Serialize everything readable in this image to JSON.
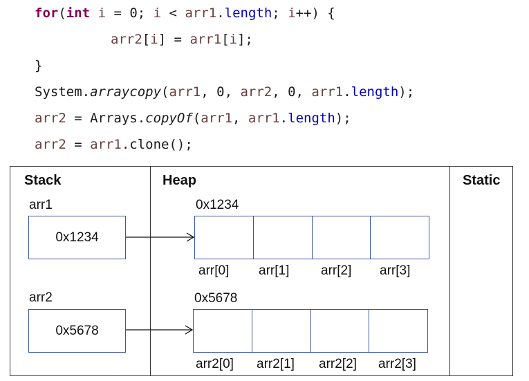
{
  "code_lines": [
    [
      {
        "t": "for",
        "c": "kw"
      },
      {
        "t": "(",
        "c": ""
      },
      {
        "t": "int",
        "c": "kw"
      },
      {
        "t": " ",
        "c": ""
      },
      {
        "t": "i",
        "c": "var"
      },
      {
        "t": " = 0; ",
        "c": ""
      },
      {
        "t": "i",
        "c": "var"
      },
      {
        "t": " < ",
        "c": ""
      },
      {
        "t": "arr1",
        "c": "var"
      },
      {
        "t": ".",
        "c": ""
      },
      {
        "t": "length",
        "c": "fld"
      },
      {
        "t": "; ",
        "c": ""
      },
      {
        "t": "i",
        "c": "var"
      },
      {
        "t": "++) {",
        "c": ""
      }
    ],
    [
      {
        "t": "arr2",
        "c": "var"
      },
      {
        "t": "[",
        "c": ""
      },
      {
        "t": "i",
        "c": "var"
      },
      {
        "t": "] = ",
        "c": ""
      },
      {
        "t": "arr1",
        "c": "var"
      },
      {
        "t": "[",
        "c": ""
      },
      {
        "t": "i",
        "c": "var"
      },
      {
        "t": "];",
        "c": ""
      }
    ],
    [
      {
        "t": "}",
        "c": ""
      }
    ],
    [
      {
        "t": "System.",
        "c": ""
      },
      {
        "t": "arraycopy",
        "c": "mth"
      },
      {
        "t": "(",
        "c": ""
      },
      {
        "t": "arr1",
        "c": "var"
      },
      {
        "t": ", 0, ",
        "c": ""
      },
      {
        "t": "arr2",
        "c": "var"
      },
      {
        "t": ", 0, ",
        "c": ""
      },
      {
        "t": "arr1",
        "c": "var"
      },
      {
        "t": ".",
        "c": ""
      },
      {
        "t": "length",
        "c": "fld"
      },
      {
        "t": ");",
        "c": ""
      }
    ],
    [
      {
        "t": "arr2",
        "c": "var"
      },
      {
        "t": " = Arrays.",
        "c": ""
      },
      {
        "t": "copyOf",
        "c": "mth"
      },
      {
        "t": "(",
        "c": ""
      },
      {
        "t": "arr1",
        "c": "var"
      },
      {
        "t": ", ",
        "c": ""
      },
      {
        "t": "arr1",
        "c": "var"
      },
      {
        "t": ".",
        "c": ""
      },
      {
        "t": "length",
        "c": "fld"
      },
      {
        "t": ");",
        "c": ""
      }
    ],
    [
      {
        "t": "arr2",
        "c": "var"
      },
      {
        "t": " = ",
        "c": ""
      },
      {
        "t": "arr1",
        "c": "var"
      },
      {
        "t": ".clone();",
        "c": ""
      }
    ]
  ],
  "diagram": {
    "stack_title": "Stack",
    "heap_title": "Heap",
    "static_title": "Static",
    "var1_name": "arr1",
    "var1_value": "0x1234",
    "var2_name": "arr2",
    "var2_value": "0x5678",
    "heap1_address": "0x1234",
    "heap1_labels": [
      "arr[0]",
      "arr[1]",
      "arr[2]",
      "arr[3]"
    ],
    "heap2_address": "0x5678",
    "heap2_labels": [
      "arr2[0]",
      "arr2[1]",
      "arr2[2]",
      "arr2[3]"
    ]
  },
  "colors": {
    "keyword": "#7f0055",
    "variable": "#6a3e3e",
    "field": "#0000c0",
    "box_border": "#3a55a4"
  }
}
